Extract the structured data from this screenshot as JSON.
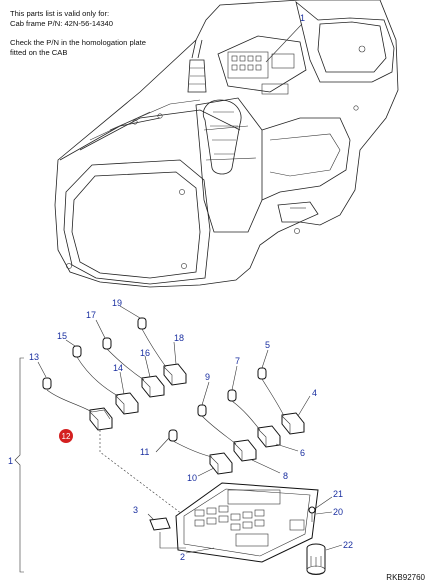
{
  "note": {
    "line1": "This parts list is valid only for:",
    "line2": "Cab frame P/N: 42N-56-14340",
    "line3": "Check the P/N in the homologation plate",
    "line4": "fitted on the CAB"
  },
  "reference_code": "RKB92760",
  "callouts": {
    "c1_top": "1",
    "c1_left": "1",
    "c2": "2",
    "c3": "3",
    "c4": "4",
    "c5": "5",
    "c6": "6",
    "c7": "7",
    "c8": "8",
    "c9": "9",
    "c10": "10",
    "c11": "11",
    "c12": "12",
    "c13": "13",
    "c14": "14",
    "c15": "15",
    "c16": "16",
    "c17": "17",
    "c18": "18",
    "c19": "19",
    "c20": "20",
    "c21": "21",
    "c22": "22"
  },
  "colors": {
    "callout_text": "#1a2fa0",
    "highlight_marker": "#d42020",
    "line_art": "#222222"
  }
}
